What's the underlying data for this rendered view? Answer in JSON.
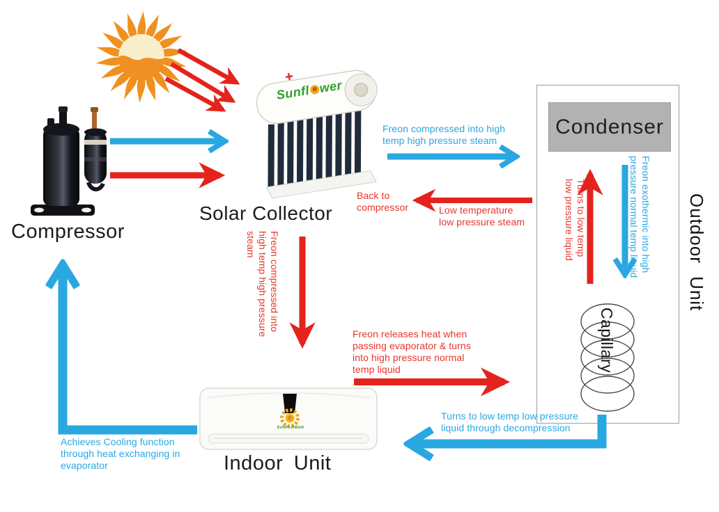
{
  "colors": {
    "arrow_blue": "#29a7e0",
    "arrow_red": "#e3231c",
    "text_blue": "#29a7e0",
    "text_red": "#e8352c",
    "condenser_gray": "#b2b2b2",
    "brand_green": "#2f9f2d",
    "sun_orange": "#ee9023"
  },
  "devices": {
    "compressor": {
      "label": "Compressor"
    },
    "solar_collector": {
      "label": "Solar Collector",
      "brand_left": "Sunfl",
      "brand_right": "wer"
    },
    "indoor_unit": {
      "label": "Indoor Unit",
      "logo_text": "SUNFLOWER"
    },
    "outdoor_unit": {
      "label": "Outdoor Unit",
      "condenser_label": "Condenser",
      "capillary_label": "Capillary"
    }
  },
  "annotations": {
    "compressed_steam_top": [
      "Freon compressed into high",
      "temp high pressure steam"
    ],
    "back_to_compressor": [
      "Back to",
      "compressor"
    ],
    "low_temp_steam": [
      "Low temperature",
      "low pressure steam"
    ],
    "compressed_steam_vertical": [
      "Freon compressed into",
      "high temp high pressure",
      "steam"
    ],
    "releases_heat": [
      "Freon releases heat when",
      "passing evaporator & turns",
      "into high pressure normal",
      "temp liquid"
    ],
    "turns_low_liquid": [
      "Turns to low temp",
      "low pressure liquid"
    ],
    "exothermic": [
      "Freon exothermic into high",
      "pressure normal  temp liquid"
    ],
    "decompression": [
      "Turns to low temp low pressure",
      "liquid through decompression"
    ],
    "cooling_function": [
      "Achieves Cooling function",
      "through heat exchanging in",
      "evaporator"
    ]
  }
}
